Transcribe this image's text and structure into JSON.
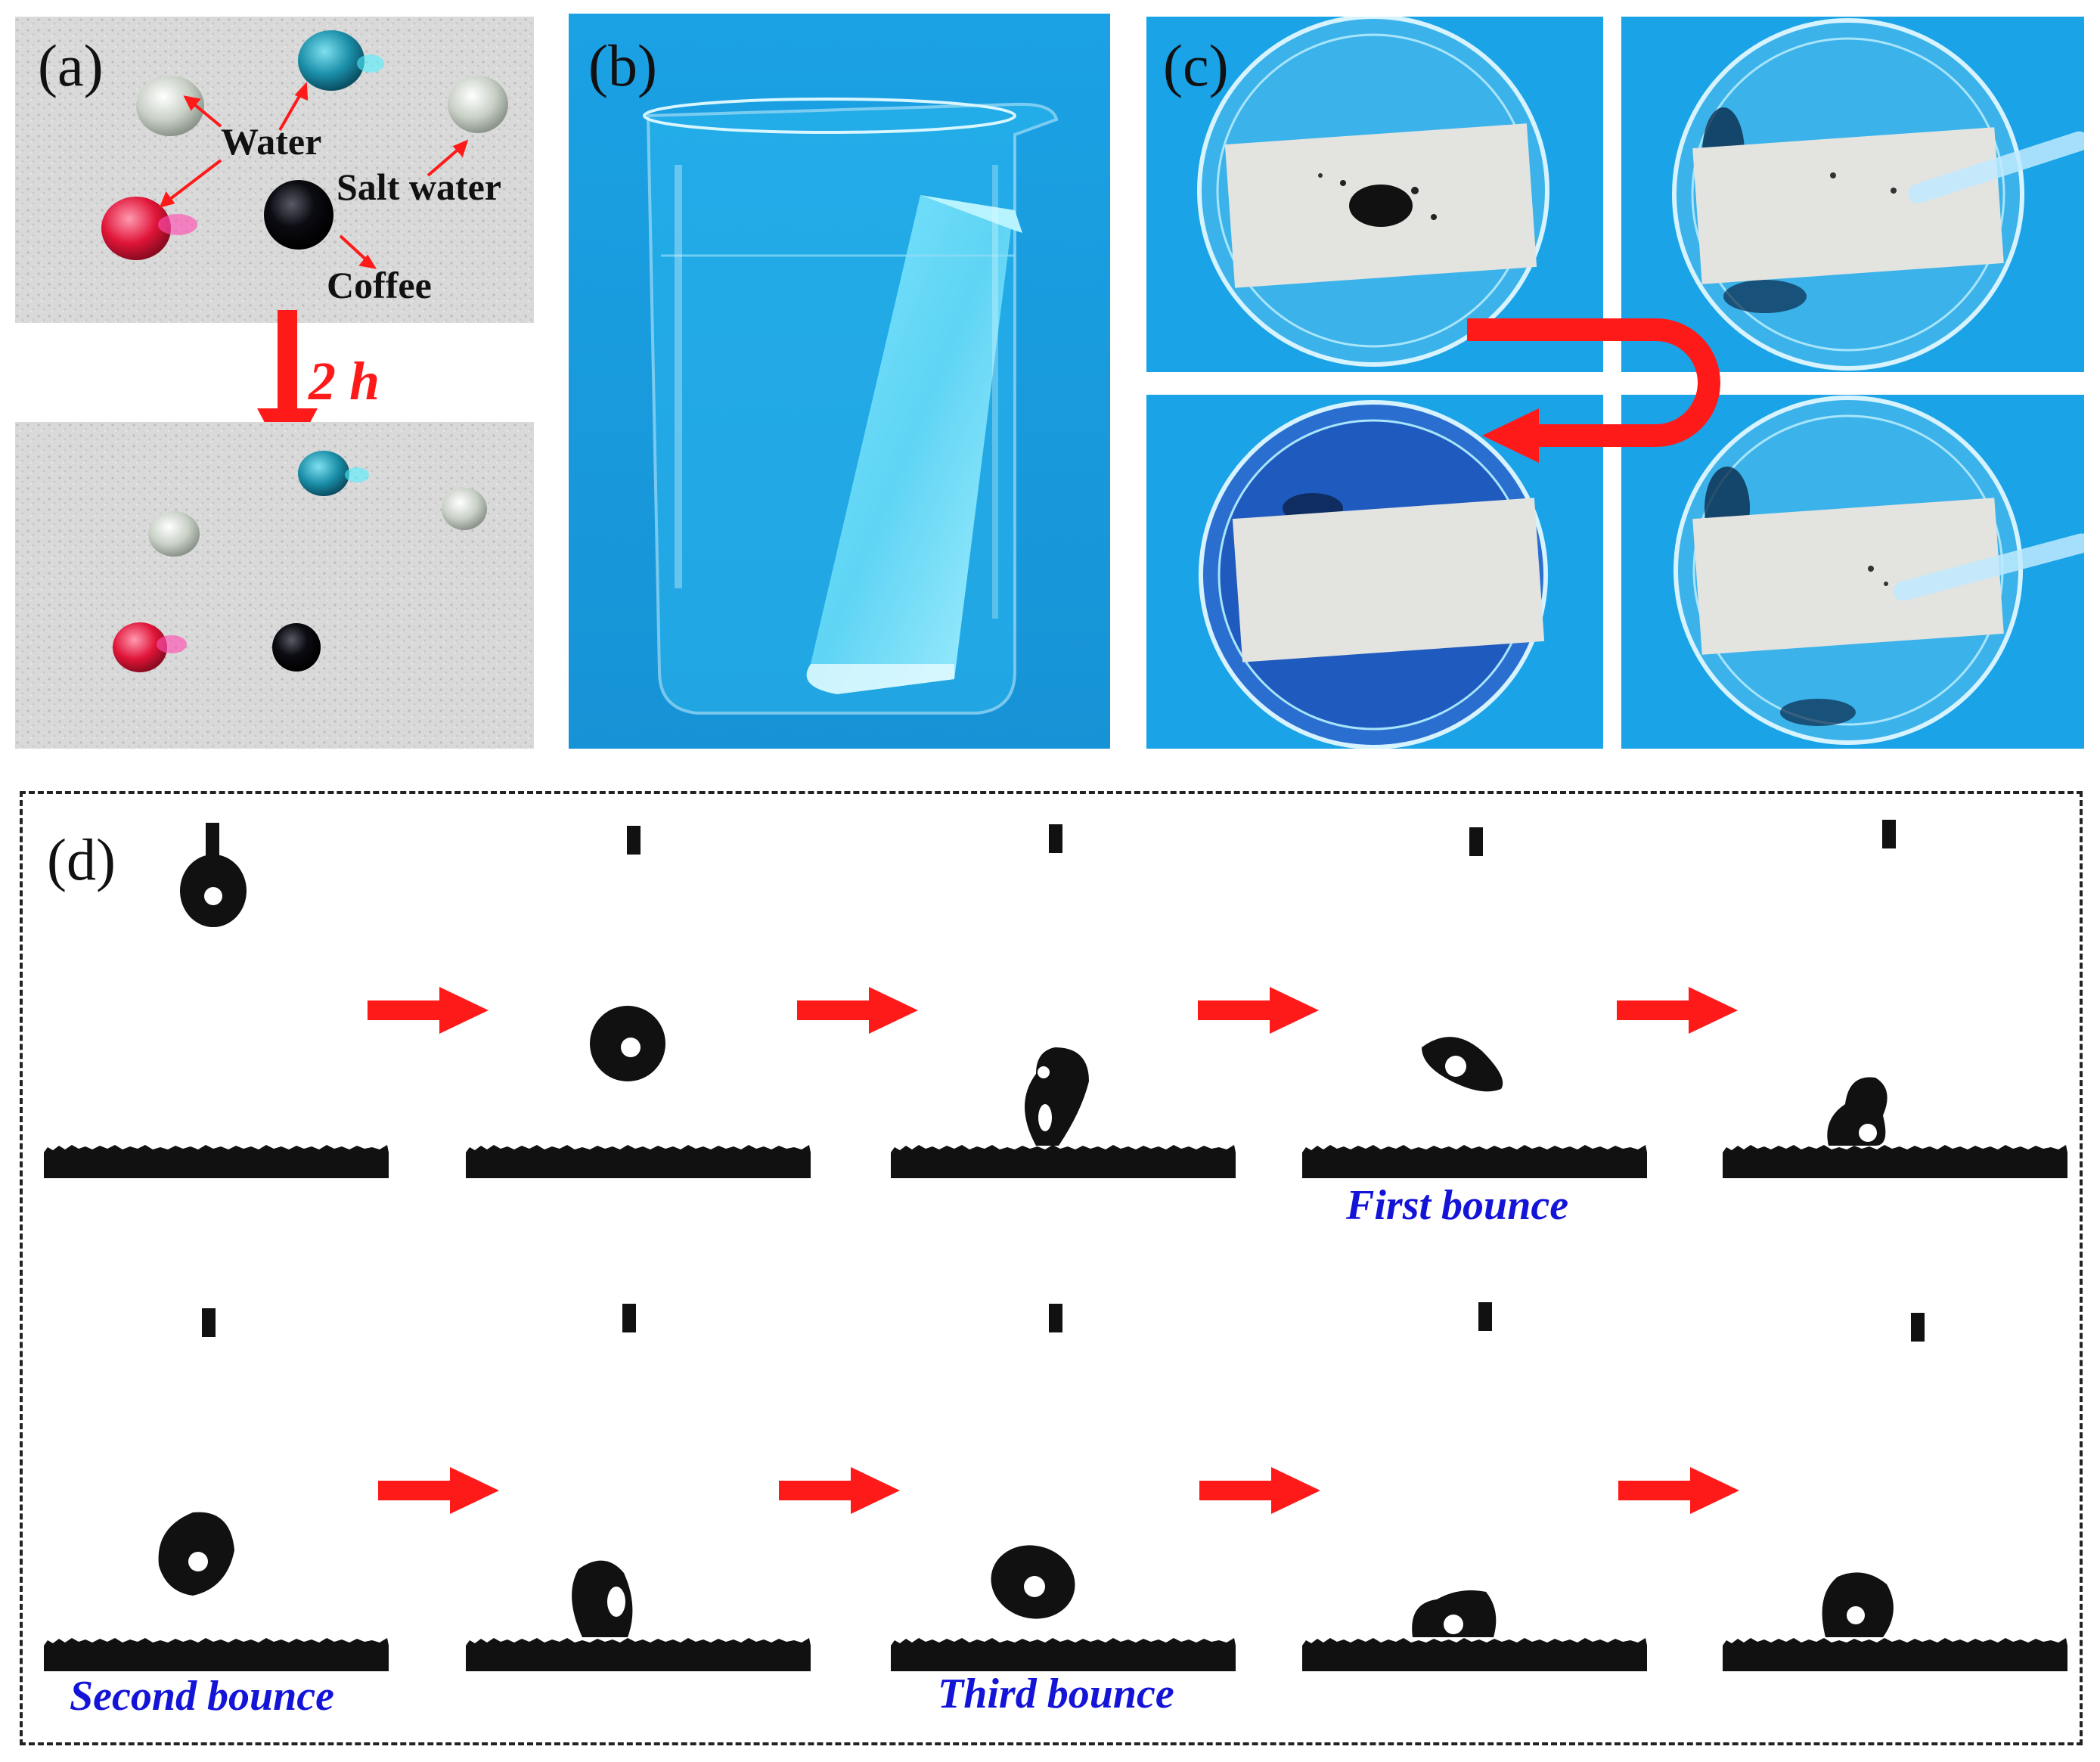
{
  "panels": {
    "a": {
      "label": "(a)",
      "annotations": {
        "water": "Water",
        "salt_water": "Salt water",
        "coffee": "Coffee"
      },
      "time_label": "2 h"
    },
    "b": {
      "label": "(b)"
    },
    "c": {
      "label": "(c)"
    },
    "d": {
      "label": "(d)",
      "bounce_labels": {
        "first": "First bounce",
        "second": "Second bounce",
        "third": "Third bounce"
      }
    }
  },
  "colors": {
    "background_blue": "#1aa3e6",
    "arrow_red": "#ff1a1a",
    "bounce_text_blue": "#1414d8",
    "surface_gray": "#dcdcdc"
  }
}
